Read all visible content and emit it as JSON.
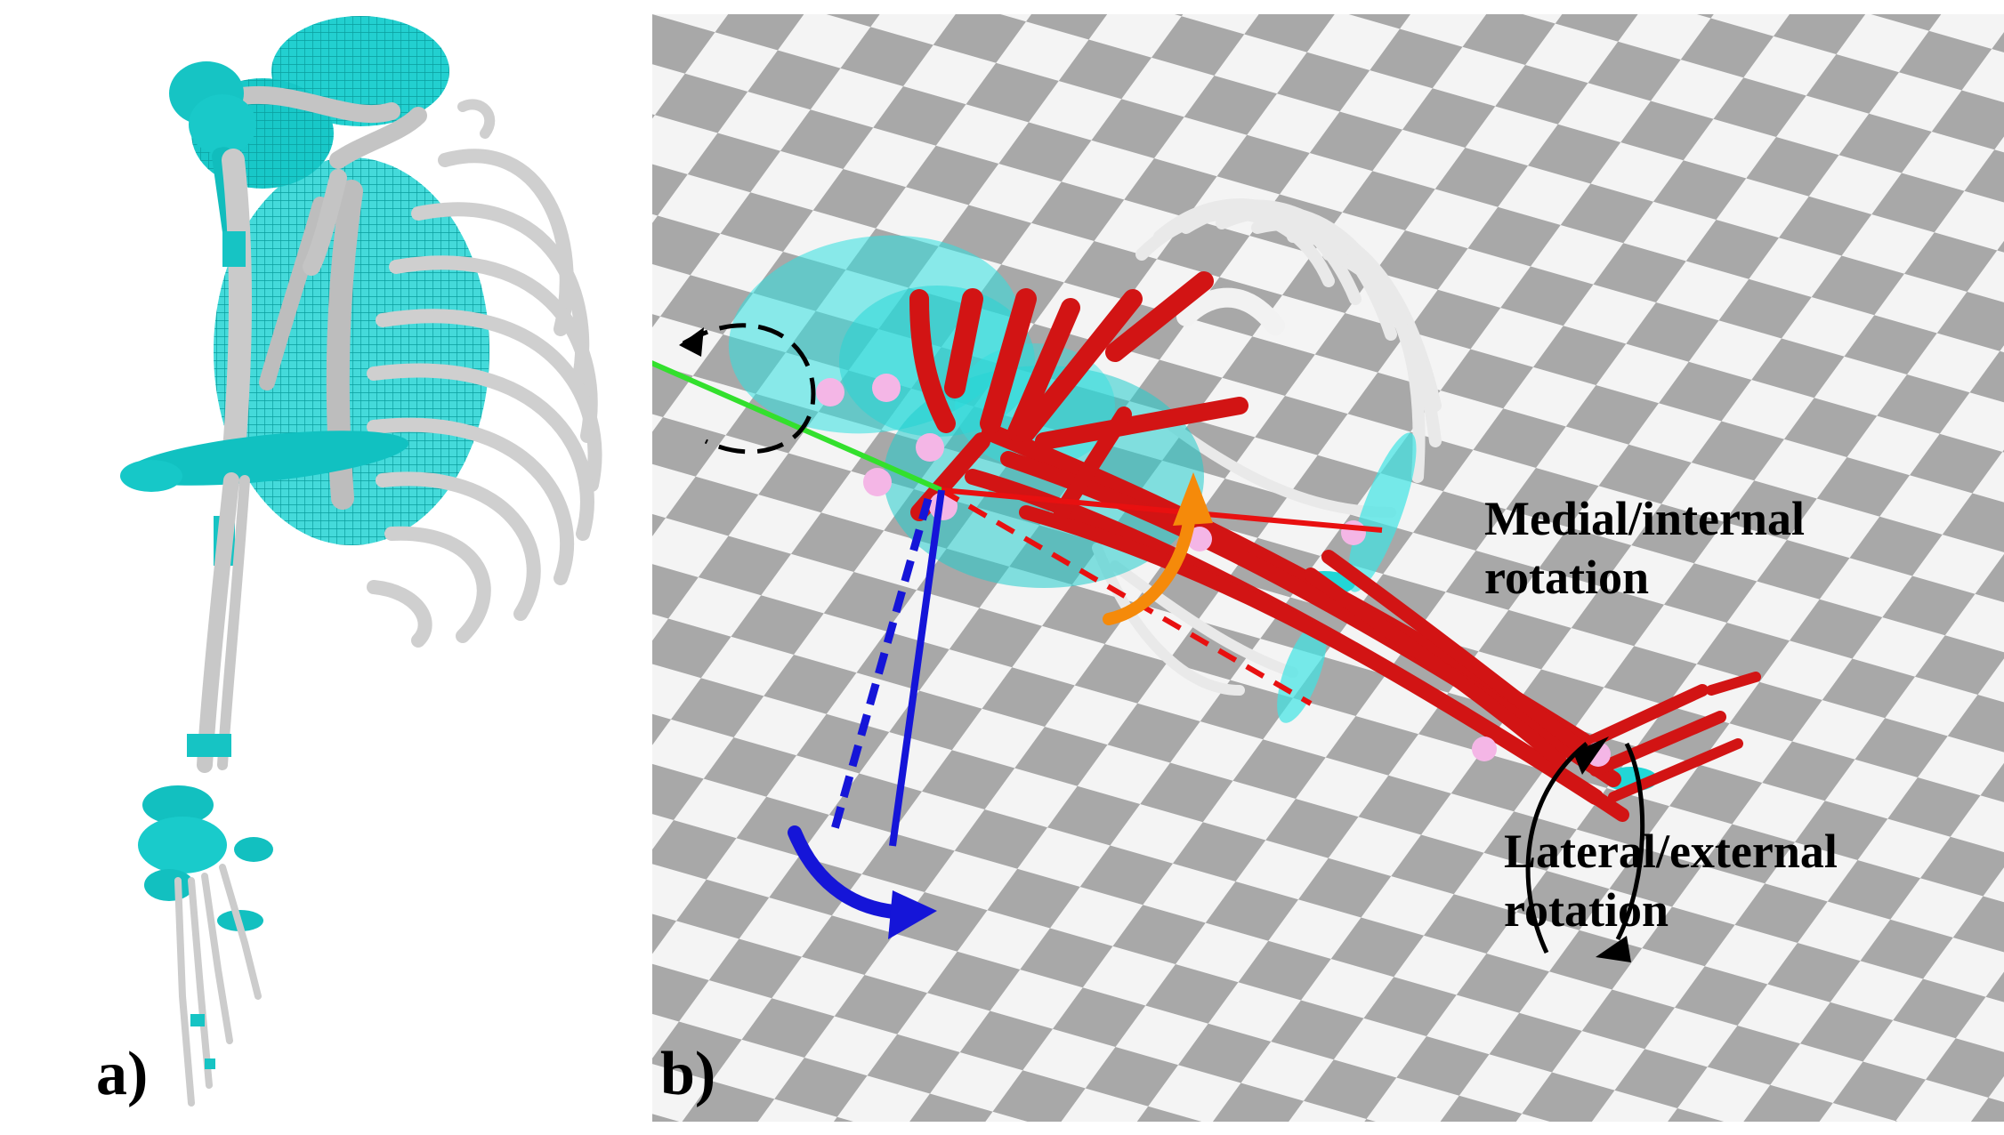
{
  "panels": {
    "a": {
      "label": "a)"
    },
    "b": {
      "label": "b)"
    }
  },
  "annotations": {
    "medial": {
      "line1": "Medial/internal",
      "line2": "rotation"
    },
    "lateral": {
      "line1": "Lateral/external",
      "line2": "rotation"
    }
  },
  "colors": {
    "floor_dark": "#a8a8a8",
    "floor_light": "#f4f4f4",
    "bone": "#d4d4d4",
    "cyan": "#17c9c9",
    "muscle": "#d21414",
    "marker": "#f4b6e6",
    "axis_green": "#33e02d",
    "axis_red": "#e81010",
    "axis_blue": "#1515d8",
    "arrow_orange": "#f58a0a"
  }
}
